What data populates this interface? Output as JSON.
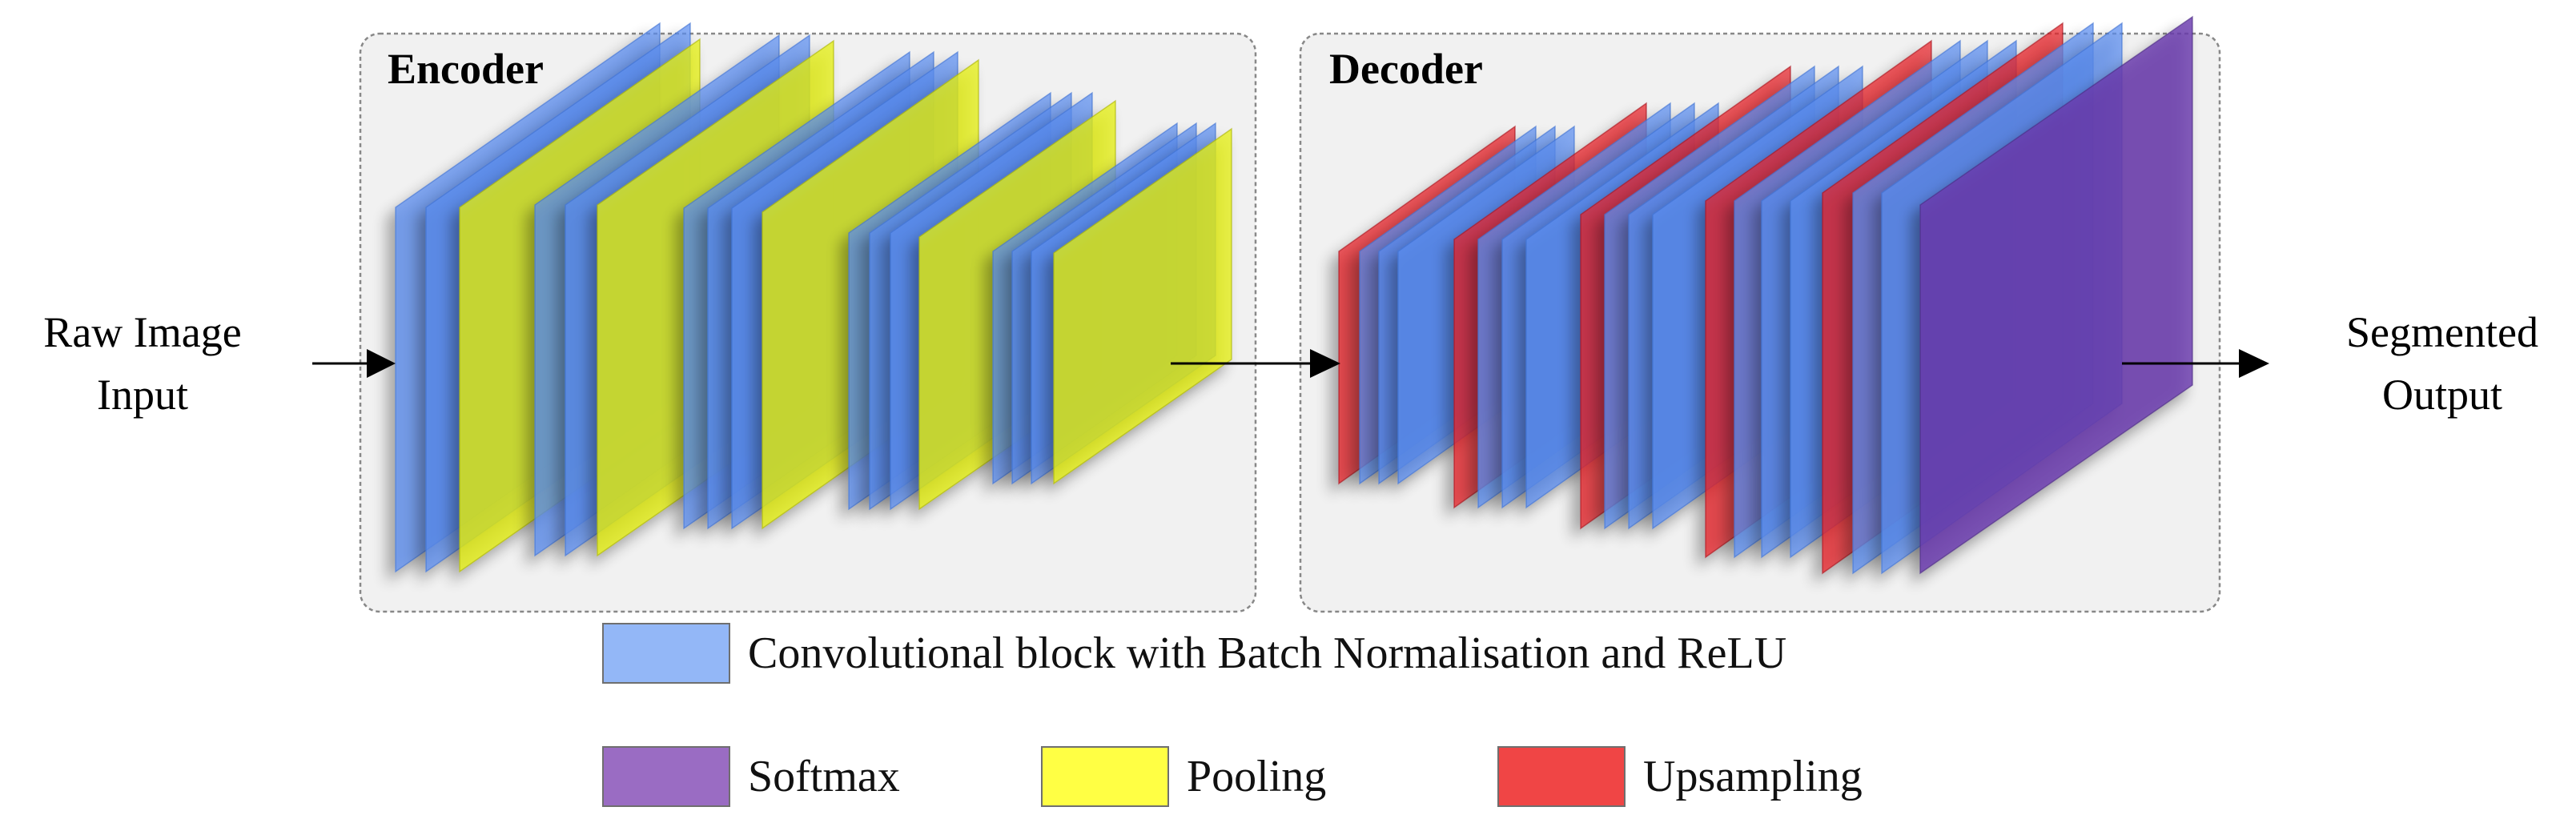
{
  "colors": {
    "conv": "#5b8ef0",
    "pool": "#e4ef16",
    "upsample": "#e8202a",
    "softmax": "#6a3aad",
    "panel_fill": "#f1f1f1",
    "panel_border": "#888888",
    "legend_conv": "#93b7f7",
    "legend_softmax": "#9a6cc3",
    "legend_pool": "#ffff44",
    "legend_upsample": "#f04545"
  },
  "input_label": [
    "Raw Image",
    "Input"
  ],
  "output_label": [
    "Segmented",
    "Output"
  ],
  "encoder": {
    "title": "Encoder",
    "layers": [
      "conv",
      "conv",
      "pool",
      "conv",
      "conv",
      "pool",
      "conv",
      "conv",
      "conv",
      "pool",
      "conv",
      "conv",
      "conv",
      "pool",
      "conv",
      "conv",
      "conv",
      "pool"
    ]
  },
  "decoder": {
    "title": "Decoder",
    "layers": [
      "upsample",
      "conv",
      "conv",
      "conv",
      "upsample",
      "conv",
      "conv",
      "conv",
      "upsample",
      "conv",
      "conv",
      "conv",
      "upsample",
      "conv",
      "conv",
      "conv",
      "upsample",
      "conv",
      "conv",
      "softmax"
    ]
  },
  "legend": {
    "conv": "Convolutional block with Batch Normalisation and ReLU",
    "softmax": "Softmax",
    "pool": "Pooling",
    "upsample": "Upsampling"
  }
}
